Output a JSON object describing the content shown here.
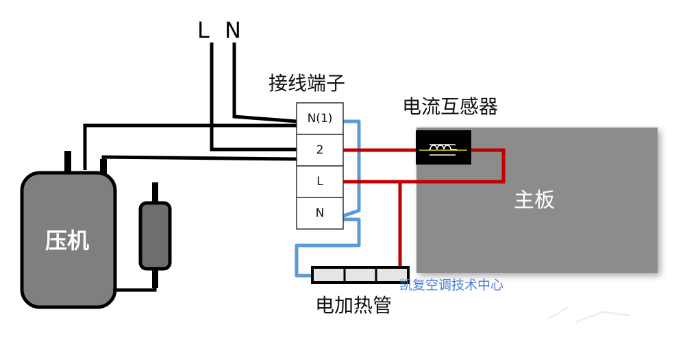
{
  "labels": {
    "line_l": "L",
    "line_n": "N",
    "terminal_block": "接线端子",
    "current_transformer": "电流互感器",
    "main_board": "主板",
    "compressor": "压机",
    "heater_tube": "电加热管",
    "watermark": "凯复空调技术中心"
  },
  "terminals": [
    "N(1)",
    "2",
    "L",
    "N"
  ],
  "colors": {
    "black_wire": "#000000",
    "red_wire": "#c00000",
    "blue_wire": "#5b9bd5",
    "board_gray": "#8c8c8c",
    "compressor_gray": "#7f7f7f",
    "watermark_blue": "#4a7fd6"
  }
}
